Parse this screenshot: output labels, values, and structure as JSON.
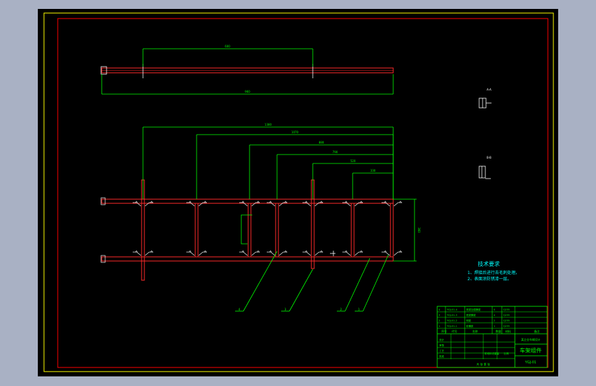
{
  "colors": {
    "background": "#a9b1c4",
    "sheet": "#000000",
    "outer_frame": "#ffff00",
    "inner_frame": "#ff0000",
    "frame_members": "#ff2a2a",
    "dimensions": "#00ff00",
    "weld_symbols": "#ffffff",
    "title_block": "#00ff00",
    "notes_text": "#00ffff"
  },
  "top_view": {
    "dimension_upper": "600",
    "dimension_lower": "960"
  },
  "plan_view": {
    "dimensions": [
      "1380",
      "1070",
      "880",
      "790",
      "520",
      "330",
      "360"
    ]
  },
  "sections": {
    "section_1": "A-A",
    "section_2": "B-B"
  },
  "balloons": [
    "4",
    "3",
    "2",
    "1"
  ],
  "tech_notes": {
    "title": "技术要求",
    "line1": "1、焊接后进行去毛刺处理。",
    "line2": "2、表面涂防锈漆一层。"
  },
  "title_block": {
    "parts": [
      {
        "no": "4",
        "code": "YGJ-01-4",
        "name": "底梁加强横梁",
        "qty": "4",
        "material": "Q235"
      },
      {
        "no": "3",
        "code": "YGJ-01-3",
        "name": "底梁横梁",
        "qty": "4",
        "material": "Q235"
      },
      {
        "no": "2",
        "code": "YGJ-01-2",
        "name": "侧梁",
        "qty": "2",
        "material": "Q235"
      },
      {
        "no": "1",
        "code": "YGJ-01-1",
        "name": "前横梁",
        "qty": "1",
        "material": "Q235"
      }
    ],
    "header": {
      "no": "序号",
      "code": "代号",
      "name": "名称",
      "qty": "数量",
      "material": "材料",
      "note": "备注"
    },
    "company": "某企业车辆设计",
    "drawing_title": "车架组件",
    "drawing_number": "YGJ-01",
    "sign_labels": [
      "设计",
      "审核",
      "工艺",
      "批准"
    ],
    "scale_labels": [
      "阶段标记",
      "重量",
      "比例"
    ],
    "sheet_label": "共 张 第 张"
  }
}
